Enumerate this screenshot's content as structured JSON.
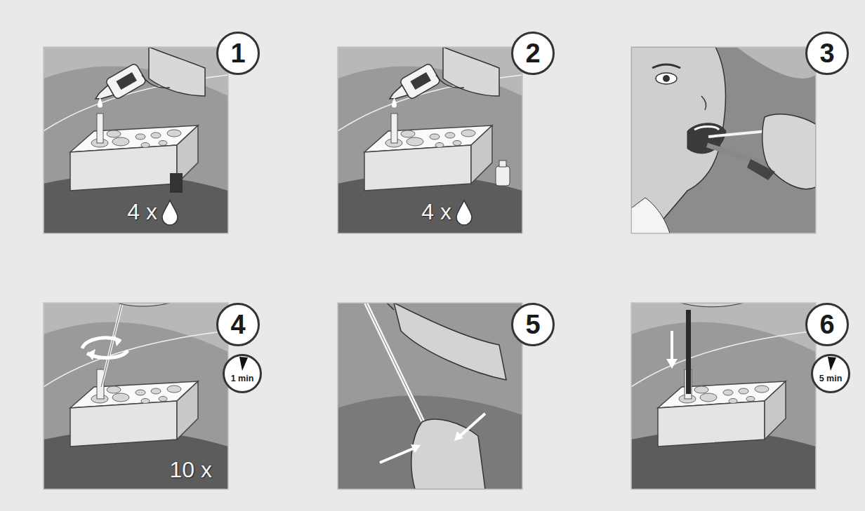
{
  "diagram": {
    "nodes": [
      {
        "text": [
          "1"
        ]
      },
      {
        "text": [
          "2"
        ]
      },
      {
        "text": [
          "3"
        ]
      },
      {
        "text": [
          "4"
        ]
      },
      {
        "text": [
          "1 min"
        ]
      },
      {
        "text": [
          "5"
        ]
      },
      {
        "text": [
          "6"
        ]
      },
      {
        "text": [
          "5 min"
        ]
      }
    ],
    "labels": [
      "4 x",
      "4 x",
      "10 x"
    ]
  }
}
